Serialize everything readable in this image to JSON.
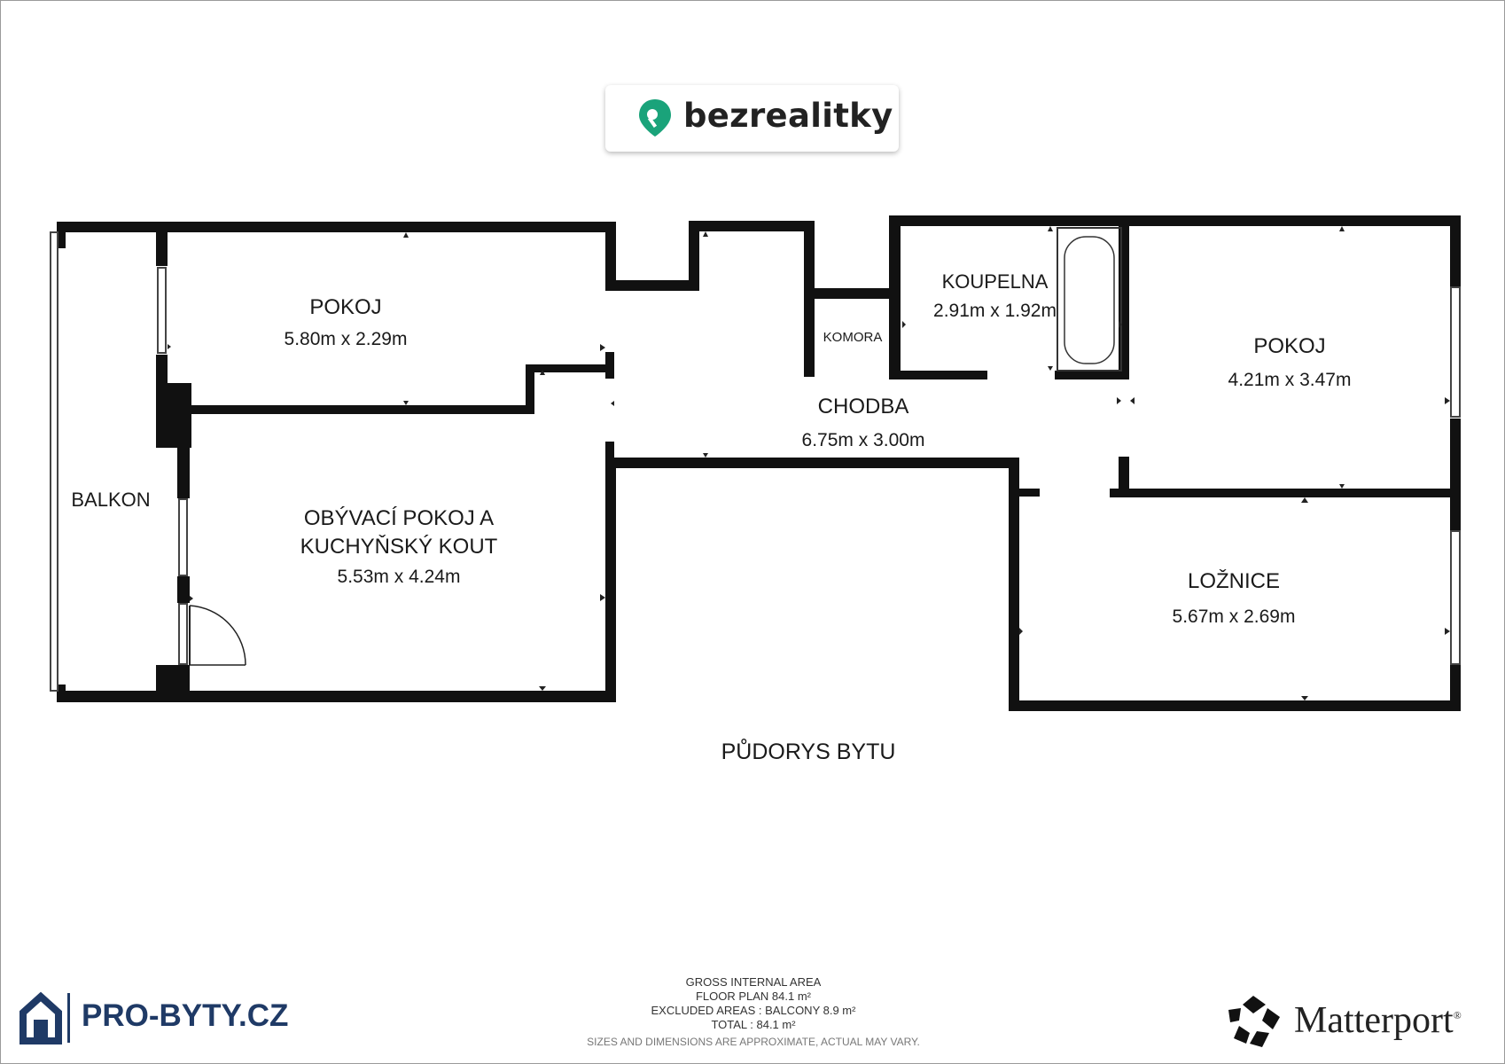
{
  "header": {
    "brand": "bezrealitky",
    "brand_color": "#1aa37a"
  },
  "plan": {
    "title": "PŮDORYS BYTU",
    "rooms": [
      {
        "name": "POKOJ",
        "dims": "5.80m x 2.29m"
      },
      {
        "name": "OBÝVACÍ POKOJ A",
        "name2": "KUCHYŇSKÝ KOUT",
        "dims": "5.53m x 4.24m"
      },
      {
        "name": "BALKON"
      },
      {
        "name": "KOMORA"
      },
      {
        "name": "KOUPELNA",
        "dims": "2.91m x 1.92m"
      },
      {
        "name": "CHODBA",
        "dims": "6.75m x 3.00m"
      },
      {
        "name": "POKOJ",
        "dims": "4.21m x 3.47m"
      },
      {
        "name": "LOŽNICE",
        "dims": "5.67m x 2.69m"
      }
    ]
  },
  "area_summary": {
    "heading": "GROSS INTERNAL AREA",
    "floor_plan": "FLOOR PLAN 84.1 m²",
    "excluded": "EXCLUDED AREAS :  BALCONY 8.9 m²",
    "total": "TOTAL :  84.1 m²",
    "note": "SIZES AND DIMENSIONS ARE APPROXIMATE, ACTUAL MAY VARY."
  },
  "footer": {
    "left_brand": "PRO-BYTY.CZ",
    "left_brand_color": "#1f3a66",
    "right_brand": "Matterport",
    "right_brand_mark": "®"
  }
}
